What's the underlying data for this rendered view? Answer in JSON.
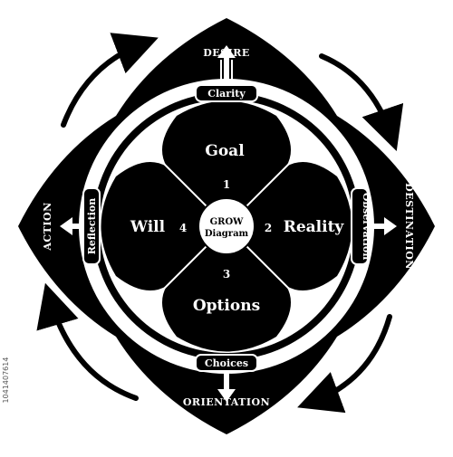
{
  "center": {
    "line1": "GROW",
    "line2": "Diagram"
  },
  "petals": {
    "goal": {
      "label": "Goal",
      "number": "1"
    },
    "reality": {
      "label": "Reality",
      "number": "2"
    },
    "options": {
      "label": "Options",
      "number": "3"
    },
    "will": {
      "label": "Will",
      "number": "4"
    }
  },
  "outer": {
    "top": "DESIRE",
    "right": "DESTINATION",
    "bottom": "ORIENTATION",
    "left": "ACTION"
  },
  "pills": {
    "top": "Clarity",
    "right": "Observation",
    "bottom": "Choices",
    "left": "Reflection"
  },
  "watermark": "1041407614",
  "colors": {
    "fill": "#000000",
    "background": "#ffffff"
  }
}
